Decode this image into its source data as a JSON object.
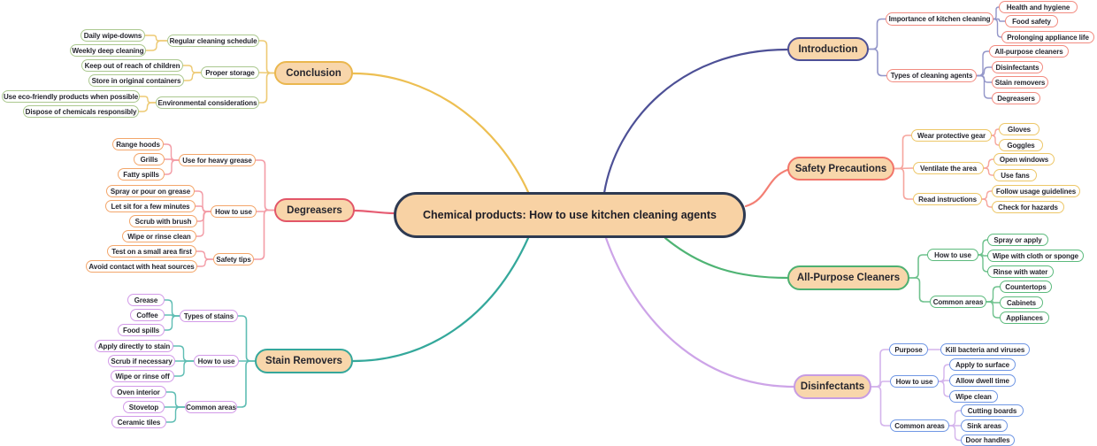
{
  "title": {
    "label": "Chemical products: How to use kitchen cleaning agents"
  },
  "palette": {
    "background": "#ffffff",
    "topic_fill": "#f8d6ab",
    "central_fill": "#f8d2a4",
    "central_border": "#2e3a52",
    "text": "#26262e"
  },
  "branches": [
    {
      "label": "Introduction",
      "side": "right",
      "colors": {
        "line": "#4d5096",
        "topic_border": "#4d5096",
        "subline": "#9396c9",
        "child_border": "#f28b80"
      },
      "children": [
        {
          "label": "Importance of kitchen cleaning",
          "children": [
            {
              "label": "Health and hygiene"
            },
            {
              "label": "Food safety"
            },
            {
              "label": "Prolonging appliance life"
            }
          ]
        },
        {
          "label": "Types of cleaning agents",
          "children": [
            {
              "label": "All-purpose cleaners"
            },
            {
              "label": "Disinfectants"
            },
            {
              "label": "Stain removers"
            },
            {
              "label": "Degreasers"
            }
          ]
        }
      ]
    },
    {
      "label": "Safety Precautions",
      "side": "right",
      "colors": {
        "line": "#f37f74",
        "topic_border": "#f2756a",
        "subline": "#f6a59d",
        "child_border": "#edc768"
      },
      "children": [
        {
          "label": "Wear protective gear",
          "children": [
            {
              "label": "Gloves"
            },
            {
              "label": "Goggles"
            }
          ]
        },
        {
          "label": "Ventilate the area",
          "children": [
            {
              "label": "Open windows"
            },
            {
              "label": "Use fans"
            }
          ]
        },
        {
          "label": "Read instructions",
          "children": [
            {
              "label": "Follow usage guidelines"
            },
            {
              "label": "Check for hazards"
            }
          ]
        }
      ]
    },
    {
      "label": "All-Purpose Cleaners",
      "side": "right",
      "colors": {
        "line": "#4fb474",
        "topic_border": "#4db071",
        "subline": "#6fc28e",
        "child_border": "#5cba7d"
      },
      "children": [
        {
          "label": "How to use",
          "children": [
            {
              "label": "Spray or apply"
            },
            {
              "label": "Wipe with cloth or sponge"
            },
            {
              "label": "Rinse with water"
            }
          ]
        },
        {
          "label": "Common areas",
          "children": [
            {
              "label": "Countertops"
            },
            {
              "label": "Cabinets"
            },
            {
              "label": "Appliances"
            }
          ]
        }
      ]
    },
    {
      "label": "Disinfectants",
      "side": "right",
      "colors": {
        "line": "#cda4e8",
        "topic_border": "#c79ce2",
        "subline": "#d4b4ec",
        "child_border": "#7097e4"
      },
      "children": [
        {
          "label": "Purpose",
          "children": [
            {
              "label": "Kill bacteria and viruses"
            }
          ]
        },
        {
          "label": "How to use",
          "children": [
            {
              "label": "Apply to surface"
            },
            {
              "label": "Allow dwell time"
            },
            {
              "label": "Wipe clean"
            }
          ]
        },
        {
          "label": "Common areas",
          "children": [
            {
              "label": "Cutting boards"
            },
            {
              "label": "Sink areas"
            },
            {
              "label": "Door handles"
            }
          ]
        }
      ]
    },
    {
      "label": "Conclusion",
      "side": "left",
      "colors": {
        "line": "#edbf52",
        "topic_border": "#eab74e",
        "subline": "#edca74",
        "child_border": "#abc88f"
      },
      "children": [
        {
          "label": "Regular cleaning schedule",
          "children": [
            {
              "label": "Daily wipe-downs"
            },
            {
              "label": "Weekly deep cleaning"
            }
          ]
        },
        {
          "label": "Proper storage",
          "children": [
            {
              "label": "Keep out of reach of children"
            },
            {
              "label": "Store in original containers"
            }
          ]
        },
        {
          "label": "Environmental considerations",
          "children": [
            {
              "label": "Use eco-friendly products when possible"
            },
            {
              "label": "Dispose of chemicals responsibly"
            }
          ]
        }
      ]
    },
    {
      "label": "Degreasers",
      "side": "left",
      "colors": {
        "line": "#e65c72",
        "topic_border": "#e25668",
        "subline": "#f39ca6",
        "child_border": "#f3a66b"
      },
      "children": [
        {
          "label": "Use for heavy grease",
          "children": [
            {
              "label": "Range hoods"
            },
            {
              "label": "Grills"
            },
            {
              "label": "Fatty spills"
            }
          ]
        },
        {
          "label": "How to use",
          "children": [
            {
              "label": "Spray or pour on grease"
            },
            {
              "label": "Let sit for a few minutes"
            },
            {
              "label": "Scrub with brush"
            },
            {
              "label": "Wipe or rinse clean"
            }
          ]
        },
        {
          "label": "Safety tips",
          "children": [
            {
              "label": "Test on a small area first"
            },
            {
              "label": "Avoid contact with heat sources"
            }
          ]
        }
      ]
    },
    {
      "label": "Stain Removers",
      "side": "left",
      "colors": {
        "line": "#34a89b",
        "topic_border": "#35a79b",
        "subline": "#5fbdb3",
        "child_border": "#d29ae8"
      },
      "children": [
        {
          "label": "Types of stains",
          "children": [
            {
              "label": "Grease"
            },
            {
              "label": "Coffee"
            },
            {
              "label": "Food spills"
            }
          ]
        },
        {
          "label": "How to use",
          "children": [
            {
              "label": "Apply directly to stain"
            },
            {
              "label": "Scrub if necessary"
            },
            {
              "label": "Wipe or rinse off"
            }
          ]
        },
        {
          "label": "Common areas",
          "children": [
            {
              "label": "Oven interior"
            },
            {
              "label": "Stovetop"
            },
            {
              "label": "Ceramic tiles"
            }
          ]
        }
      ]
    }
  ]
}
